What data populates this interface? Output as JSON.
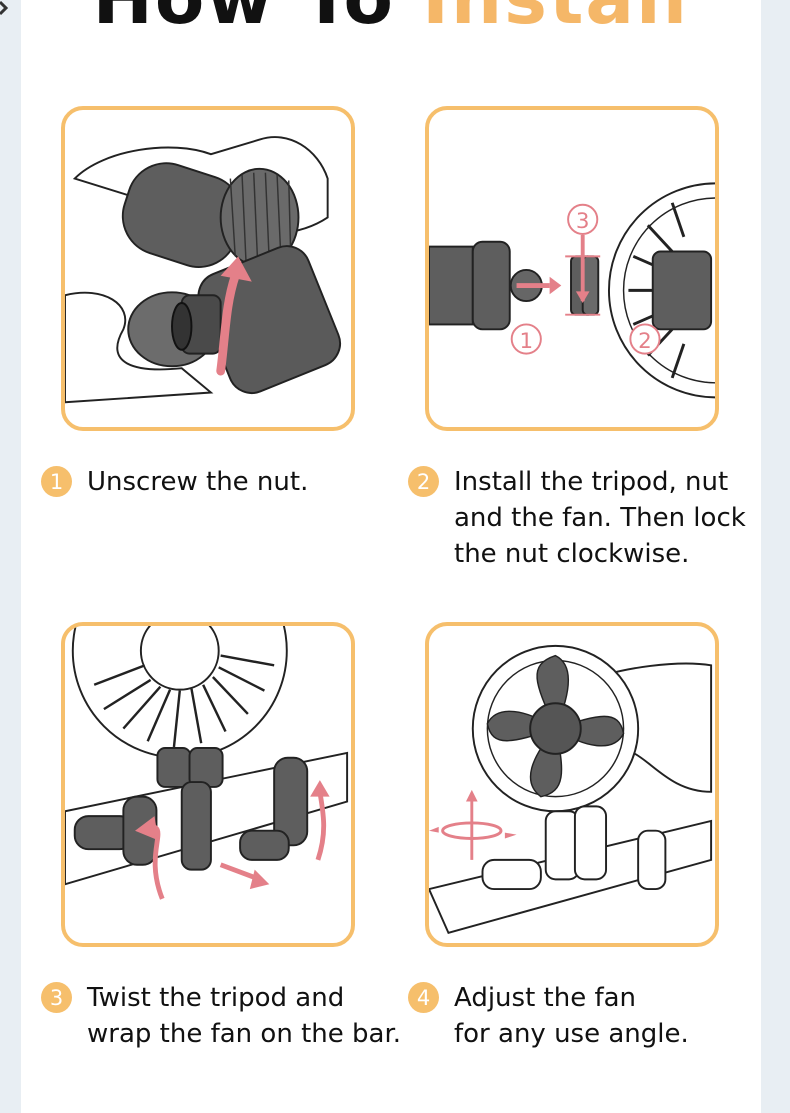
{
  "header": {
    "title_prefix": "How To",
    "title_accent": "Install"
  },
  "colors": {
    "accent": "#f6bf6c",
    "title_accent": "#f5b768",
    "arrow": "#e48089",
    "part_gray": "#5e5e5e",
    "background": "#e8eef3"
  },
  "steps": [
    {
      "number": "1",
      "text": "Unscrew the nut.",
      "illustration": "hand-unscrewing-nut"
    },
    {
      "number": "2",
      "text": "Install the tripod, nut\nand the fan. Then lock\nthe nut clockwise.",
      "illustration": "assembly-diagram",
      "markers": [
        "1",
        "2",
        "3"
      ]
    },
    {
      "number": "3",
      "text": "Twist the tripod and\nwrap the fan on the bar.",
      "illustration": "tripod-wrap-bar"
    },
    {
      "number": "4",
      "text": "Adjust the fan\nfor any use angle.",
      "illustration": "fan-angle-adjust"
    }
  ]
}
